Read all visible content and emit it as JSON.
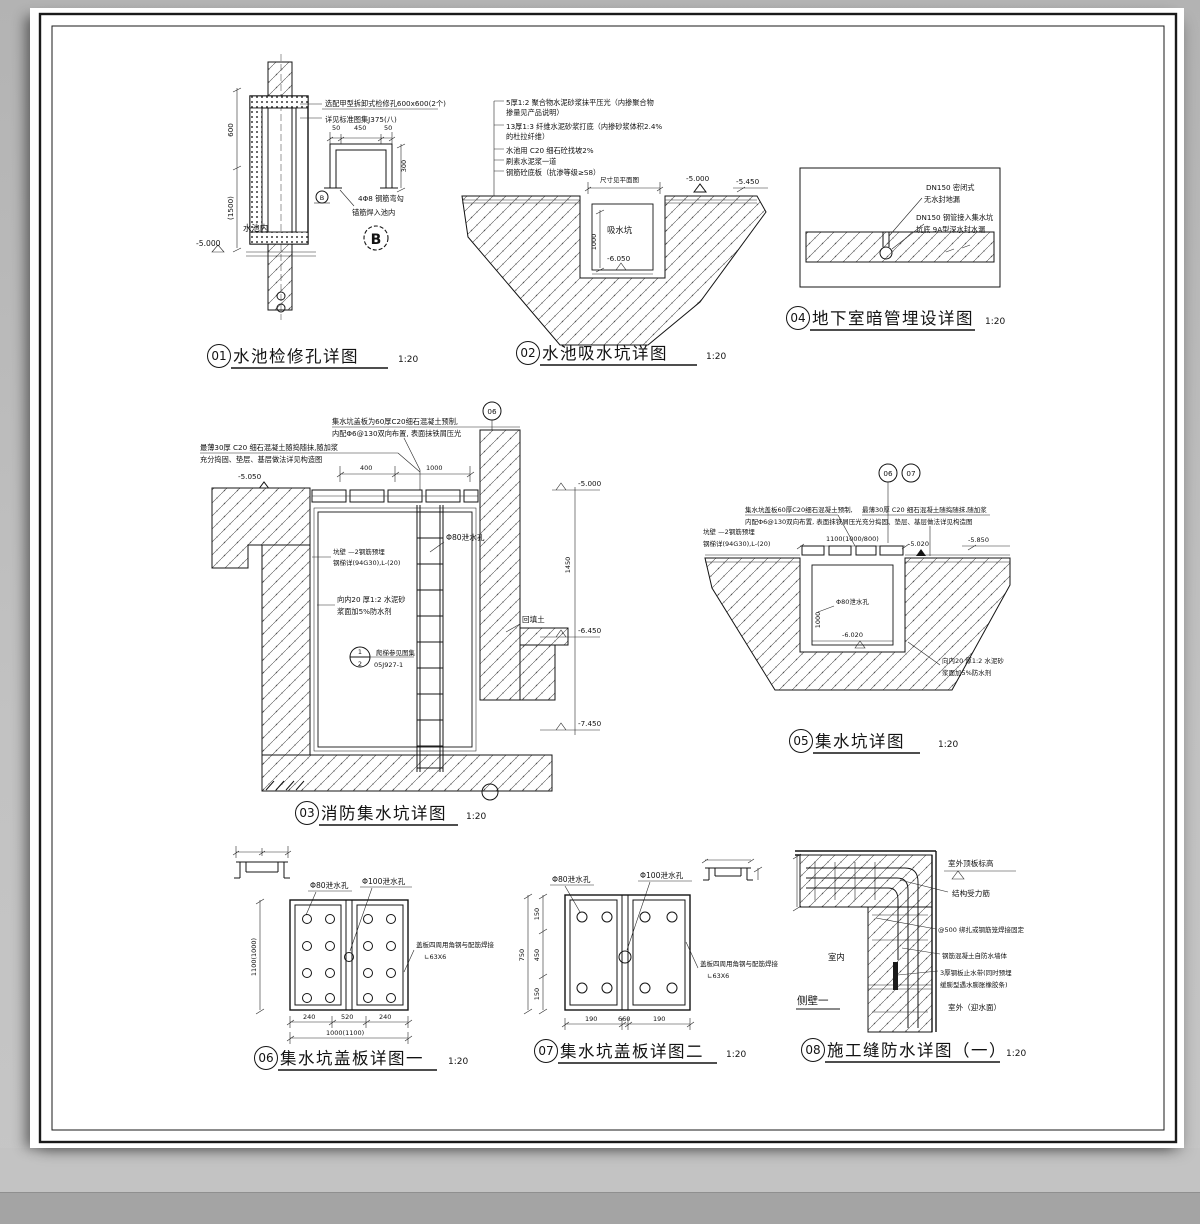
{
  "titles": {
    "t01": {
      "num": "01",
      "label": "水池检修孔详图",
      "scale": "1:20"
    },
    "t02": {
      "num": "02",
      "label": "水池吸水坑详图",
      "scale": "1:20"
    },
    "t03": {
      "num": "03",
      "label": "消防集水坑详图",
      "scale": "1:20"
    },
    "t04": {
      "num": "04",
      "label": "地下室暗管埋设详图",
      "scale": "1:20"
    },
    "t05": {
      "num": "05",
      "label": "集水坑详图",
      "scale": "1:20"
    },
    "t06": {
      "num": "06",
      "label": "集水坑盖板详图一",
      "scale": "1:20"
    },
    "t07": {
      "num": "07",
      "label": "集水坑盖板详图二",
      "scale": "1:20"
    },
    "t08": {
      "num": "08",
      "label": "施工缝防水详图（一）",
      "scale": "1:20"
    }
  },
  "d01": {
    "note1": "选配甲型拆卸式检修孔600x600(2个)",
    "note2": "详见标准图集J375(八)",
    "pool": "水池内",
    "elev": "-5.000",
    "vdim1": "600",
    "vdim2": "(1500)",
    "sec_small": "B",
    "sec_big": "B",
    "ch_dim_l": "50",
    "ch_dim_m": "450",
    "ch_dim_r": "50",
    "ch_dim_h": "300",
    "ch_note1": "4Φ8  钢筋弯勾",
    "ch_note2": "锚筋焊入池内"
  },
  "d02": {
    "notes": [
      "5厚1:2 聚合物水泥砂浆抹平压光（内掺聚合物",
      "掺量见产品说明）",
      "13厚1:3 纤维水泥砂浆打底（内掺砂浆体积2.4%",
      "的杜拉纤维）",
      "水池用 C20 细石砼找坡2%",
      "刷素水泥浆一道",
      "钢筋砼底板（抗渗等级≥S8）"
    ],
    "size_note": "尺寸见平面图",
    "pit": "吸水坑",
    "elev_top": "-5.000",
    "elev_right": "-5.450",
    "elev_bottom": "-6.050",
    "vdim": "1000"
  },
  "d03": {
    "note_top": [
      "集水坑盖板为60厚C20细石混凝土预制,",
      "内配Φ6@130双向布置, 表面抹铁屑压光"
    ],
    "note_left": [
      "最薄30厚 C20 细石混凝土随捣随抹,随加浆",
      "充分捣固、垫层、基层做法详见构造图"
    ],
    "elev_tl": "-5.050",
    "dim1": "400",
    "dim2": "1000",
    "ref_bubble": "06",
    "drain": "Φ80泄水孔",
    "wall_note": [
      "坑壁 —2钢筋预埋",
      "钢梯详(94G30),L-(20)"
    ],
    "mortar_note": [
      "向内20 厚1:2 水泥砂",
      "浆面加5%防水剂"
    ],
    "ladder_ref": [
      "爬梯参见图集",
      "05J927-1"
    ],
    "bubble_top": "1",
    "bubble_bot": "2",
    "backfill": "回填土",
    "elev_r1": "-5.000",
    "elev_r2": "-6.450",
    "elev_r3": "-7.450",
    "vdim_r": "1450"
  },
  "d04": {
    "notes": [
      "DN150  密闭式",
      "无水封地漏",
      "DN150  钢管接入集水坑",
      "坑底 9A型深水封水漏"
    ]
  },
  "d05": {
    "note_left": [
      "集水坑盖板60厚C20细石混凝土预制,",
      "内配Φ6@130双向布置, 表面抹铁屑压光"
    ],
    "note_right": [
      "最薄30厚 C20 细石混凝土随捣随抹,随加浆",
      "充分捣固、垫层、基层做法详见构造图"
    ],
    "wall_note": [
      "坑壁 —2钢筋预埋",
      "钢梯详(94G30),L-(20)"
    ],
    "dim": "1100(1000/800)",
    "elev_mid": "-5.020",
    "elev_right": "-5.850",
    "elev_pit": "-6.020",
    "drain": "Φ80泄水孔",
    "vdim": "1000",
    "mortar_note": [
      "向内20 厚1:2 水泥砂",
      "浆面加5%防水剂"
    ],
    "ref1": "06",
    "ref2": "07"
  },
  "d06": {
    "hole1": "Φ80泄水孔",
    "hole2": "Φ100泄水孔",
    "weld_note": [
      "盖板四周用角钢与配筋焊接",
      "∟63X6"
    ],
    "vdim": "1100(1000)",
    "bdims": [
      "240",
      "520",
      "240"
    ],
    "bdim_total": "1000(1100)"
  },
  "d07": {
    "hole1": "Φ80泄水孔",
    "hole2": "Φ100泄水孔",
    "weld_note": [
      "盖板四周用角钢与配筋焊接",
      "∟63X6"
    ],
    "vdims": [
      "150",
      "450",
      "150"
    ],
    "vdim_total": "750",
    "bdims": [
      "190",
      "660",
      "190"
    ]
  },
  "d08": {
    "labels": [
      "室外顶板标高",
      "结构受力筋",
      "@500 绑扎或钢筋笼焊接固定",
      "钢筋混凝土自防水墙体",
      "3厚钢板止水带(同时预埋",
      "缓膨型遇水膨胀橡胶条)",
      "室外（迎水面）"
    ],
    "interior": "室内",
    "side_label": "侧壁一"
  }
}
